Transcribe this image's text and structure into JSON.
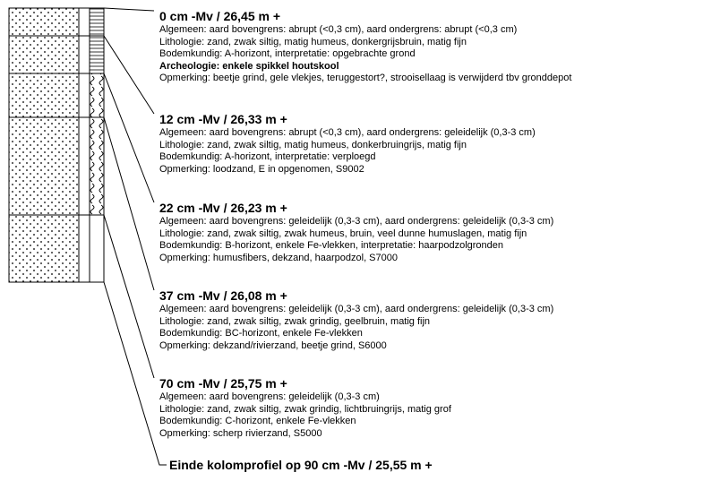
{
  "column": {
    "layers": [
      {
        "title": "0 cm -Mv / 26,45 m +",
        "lines": [
          {
            "text": "Algemeen: aard bovengrens: abrupt (<0,3 cm), aard ondergrens: abrupt (<0,3 cm)",
            "bold": false
          },
          {
            "text": "Lithologie: zand, zwak siltig, matig humeus, donkergrijsbruin, matig fijn",
            "bold": false
          },
          {
            "text": "Bodemkundig: A-horizont, interpretatie: opgebrachte grond",
            "bold": false
          },
          {
            "text": "Archeologie: enkele spikkel houtskool",
            "bold": true
          },
          {
            "text": "Opmerking: beetje grind, gele vlekjes, teruggestort?, strooisellaag is verwijderd tbv gronddepot",
            "bold": false
          }
        ]
      },
      {
        "title": "12 cm -Mv / 26,33 m +",
        "lines": [
          {
            "text": "Algemeen: aard bovengrens: abrupt (<0,3 cm), aard ondergrens: geleidelijk (0,3-3 cm)",
            "bold": false
          },
          {
            "text": "Lithologie: zand, zwak siltig, matig humeus, donkerbruingrijs, matig fijn",
            "bold": false
          },
          {
            "text": "Bodemkundig: A-horizont, interpretatie: verploegd",
            "bold": false
          },
          {
            "text": "Opmerking: loodzand, E in opgenomen, S9002",
            "bold": false
          }
        ]
      },
      {
        "title": "22 cm -Mv / 26,23 m +",
        "lines": [
          {
            "text": "Algemeen: aard bovengrens: geleidelijk (0,3-3 cm), aard ondergrens: geleidelijk (0,3-3 cm)",
            "bold": false
          },
          {
            "text": "Lithologie: zand, zwak siltig, zwak humeus, bruin, veel dunne humuslagen, matig fijn",
            "bold": false
          },
          {
            "text": "Bodemkundig: B-horizont, enkele Fe-vlekken, interpretatie: haarpodzolgronden",
            "bold": false
          },
          {
            "text": "Opmerking: humusfibers, dekzand, haarpodzol, S7000",
            "bold": false
          }
        ]
      },
      {
        "title": "37 cm -Mv / 26,08 m +",
        "lines": [
          {
            "text": "Algemeen: aard bovengrens: geleidelijk (0,3-3 cm), aard ondergrens: geleidelijk (0,3-3 cm)",
            "bold": false
          },
          {
            "text": "Lithologie: zand, zwak siltig, zwak grindig, geelbruin, matig fijn",
            "bold": false
          },
          {
            "text": "Bodemkundig: BC-horizont, enkele Fe-vlekken",
            "bold": false
          },
          {
            "text": "Opmerking: dekzand/rivierzand, beetje grind, S6000",
            "bold": false
          }
        ]
      },
      {
        "title": "70 cm -Mv / 25,75 m +",
        "lines": [
          {
            "text": "Algemeen: aard bovengrens: geleidelijk (0,3-3 cm)",
            "bold": false
          },
          {
            "text": "Lithologie: zand, zwak siltig, zwak grindig, lichtbruingrijs, matig grof",
            "bold": false
          },
          {
            "text": "Bodemkundig: C-horizont, enkele Fe-vlekken",
            "bold": false
          },
          {
            "text": "Opmerking: scherp rivierzand, S5000",
            "bold": false
          }
        ]
      }
    ],
    "end_label": "Einde kolomprofiel op 90 cm -Mv / 25,55 m +"
  }
}
